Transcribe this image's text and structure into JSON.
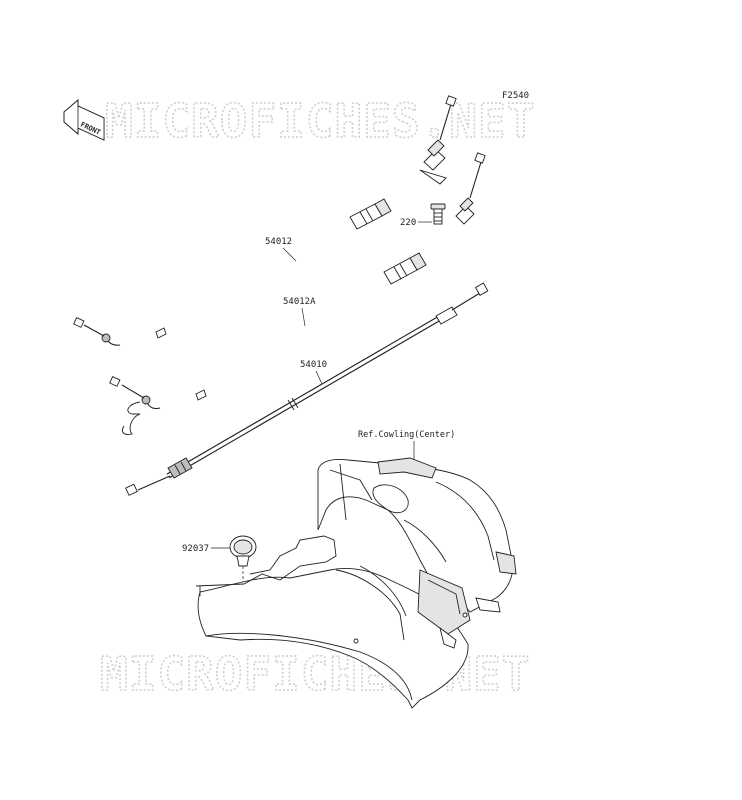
{
  "diagram": {
    "code": "F2540",
    "front_label": "FRONT",
    "watermark": "MICROFICHES.NET",
    "ref_note": "Ref.Cowling(Center)",
    "parts": [
      {
        "number": "54012"
      },
      {
        "number": "54012A"
      },
      {
        "number": "54010"
      },
      {
        "number": "220"
      },
      {
        "number": "92037"
      }
    ]
  }
}
